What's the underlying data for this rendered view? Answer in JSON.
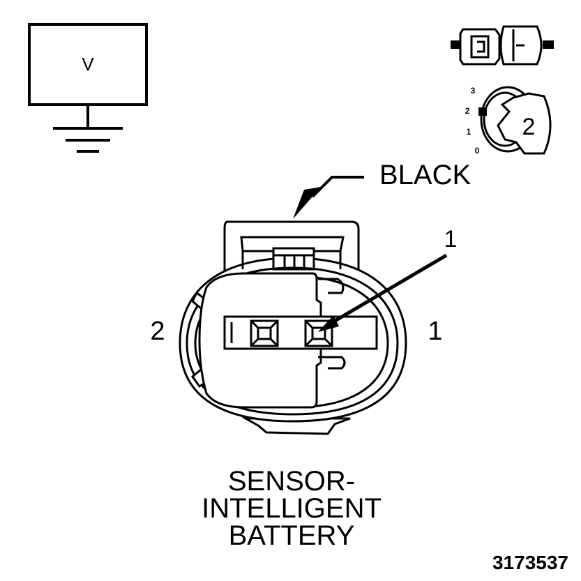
{
  "meter": {
    "symbol": "V"
  },
  "wire_color_label": "BLACK",
  "pin_callout": "1",
  "cavity_labels": {
    "left": "2",
    "right": "1"
  },
  "ignition": {
    "positions": [
      "3",
      "2",
      "1",
      "0"
    ],
    "key_position": "2"
  },
  "component_title": [
    "SENSOR-",
    "INTELLIGENT",
    "BATTERY"
  ],
  "figure_number": "3173537"
}
